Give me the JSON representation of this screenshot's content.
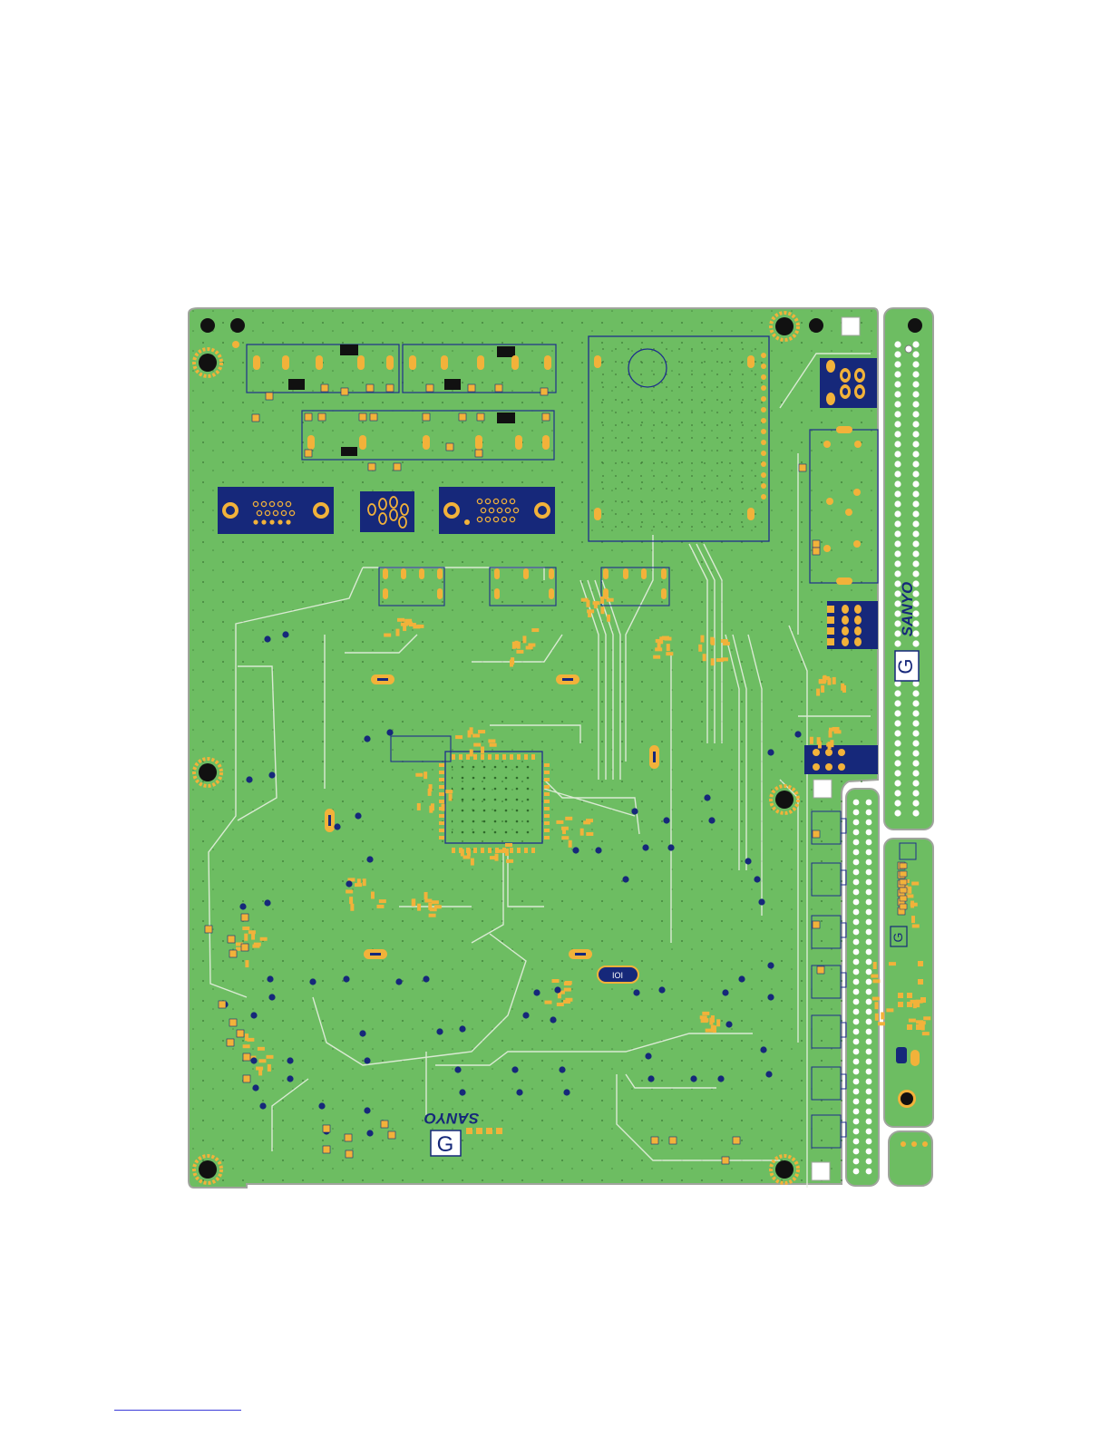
{
  "board": {
    "colors": {
      "board": "#6dbd62",
      "board_edge": "#9fa49c",
      "copper_pad": "#f2b23a",
      "solder_side": "#16287a",
      "silk_outline": "#1e2f8c",
      "trace": "#e6efe0",
      "hole": "#111111"
    },
    "logo_main": "SANYO",
    "logo_side": "SANYO",
    "grade_mark_main": "G",
    "grade_mark_side": "G",
    "grade_mark_small": "G",
    "crystal_label": "IOI"
  }
}
